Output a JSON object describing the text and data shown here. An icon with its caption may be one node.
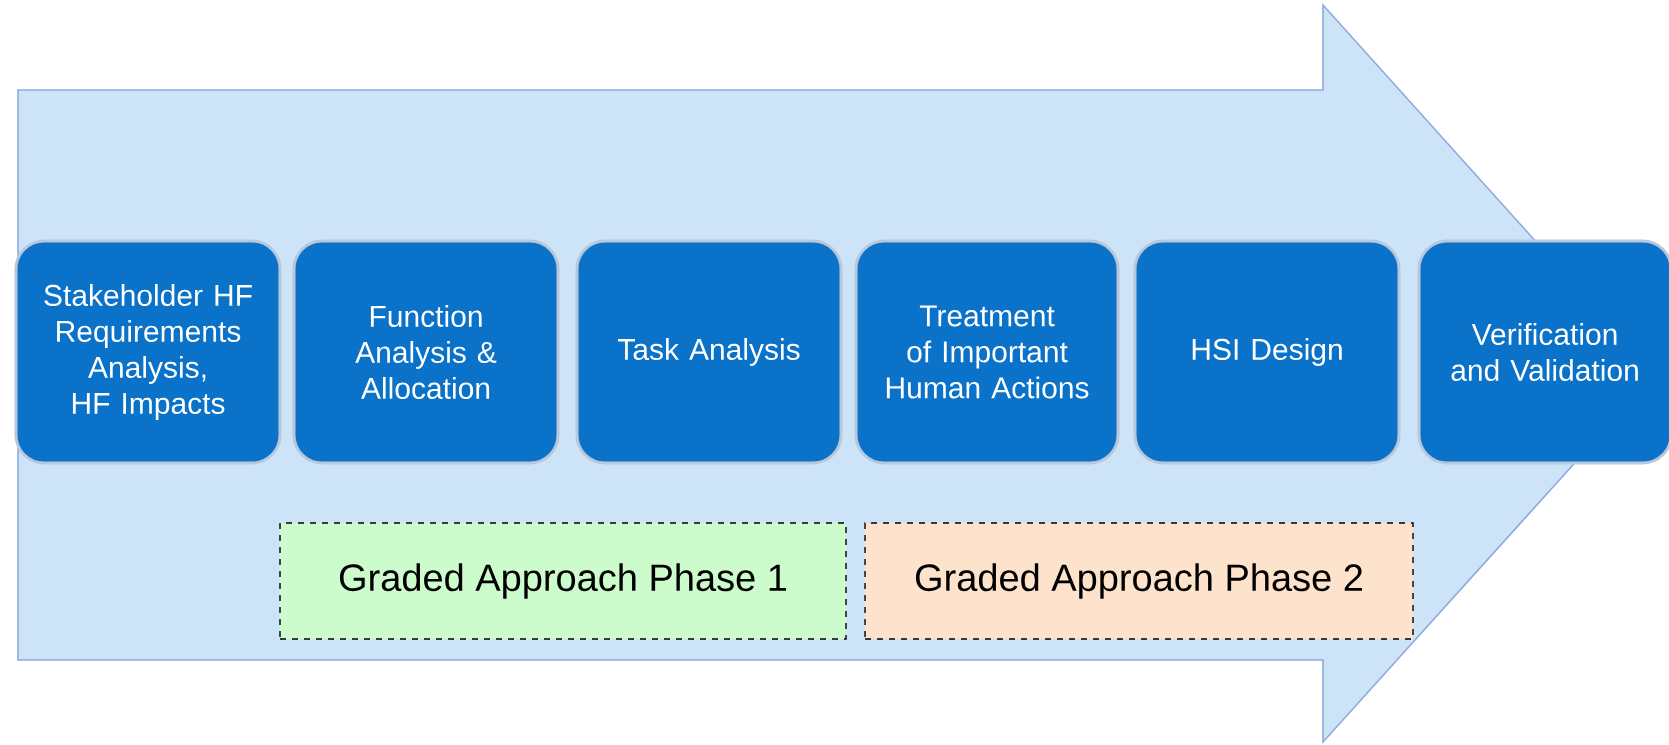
{
  "diagram": {
    "nodes": [
      {
        "text": [
          "Stakeholder HF Requirements Analysis, HF Impacts"
        ]
      },
      {
        "text": [
          "Function Analysis & Allocation"
        ]
      },
      {
        "text": [
          "Task Analysis"
        ]
      },
      {
        "text": [
          "Treatment of Important Human Actions"
        ]
      },
      {
        "text": [
          "HSI Design"
        ]
      },
      {
        "text": [
          "Verification and Validation"
        ]
      },
      {
        "text": [
          "Graded Approach Phase 1"
        ]
      },
      {
        "text": [
          "Graded Approach Phase 2"
        ]
      }
    ],
    "edges": [
      {
        "from": 0,
        "to": 5,
        "arrow": "to"
      }
    ]
  }
}
